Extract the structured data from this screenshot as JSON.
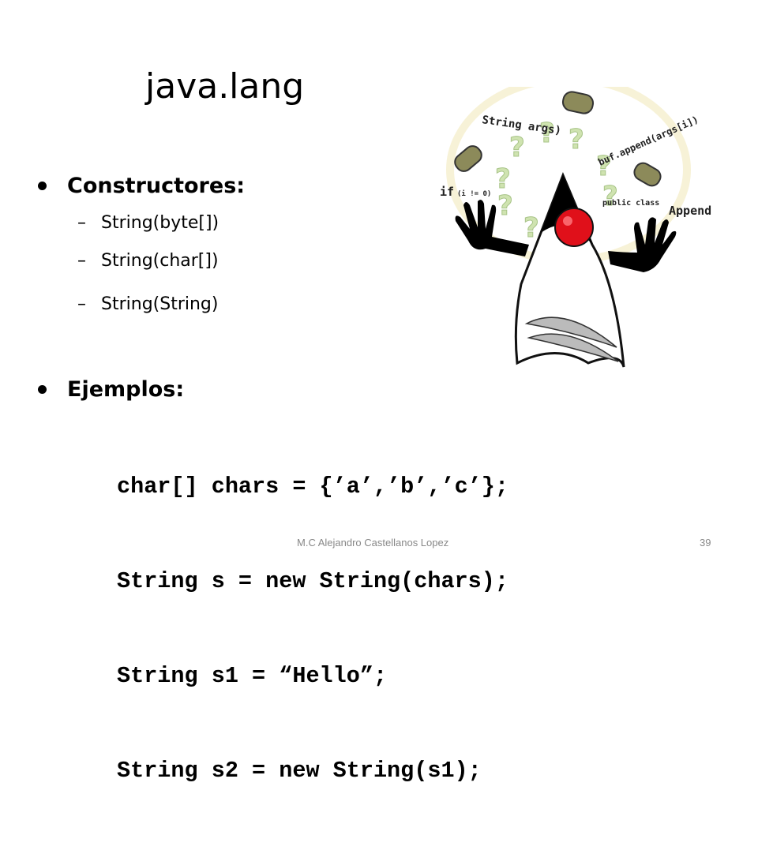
{
  "slide": {
    "title": "java.lang",
    "bullets": [
      {
        "label": "Constructores:",
        "subitems": [
          "String(byte[])",
          "String(char[])",
          "String(String)"
        ]
      },
      {
        "label": "Ejemplos:",
        "code": [
          "char[] chars = {’a’,’b’,’c’};",
          "String s = new String(chars);",
          "String s1 = “Hello”;",
          "String s2 = new String(s1);"
        ]
      }
    ],
    "footer": {
      "author": "M.C Alejandro Castellanos Lopez",
      "page": "39"
    }
  },
  "illustration": {
    "icon": "duke-juggling-illustration",
    "texts": {
      "string_args": "String args)",
      "buf_append": "buf.append(args[i])",
      "if_clause": "if",
      "if_cond": "(i != 0)",
      "public_class": "public class",
      "append": "Append"
    },
    "colors": {
      "nose": "#e0101a",
      "beans": "#8c8a5a",
      "ring": "#f4ecc6",
      "question": "#cfe3b0"
    }
  }
}
